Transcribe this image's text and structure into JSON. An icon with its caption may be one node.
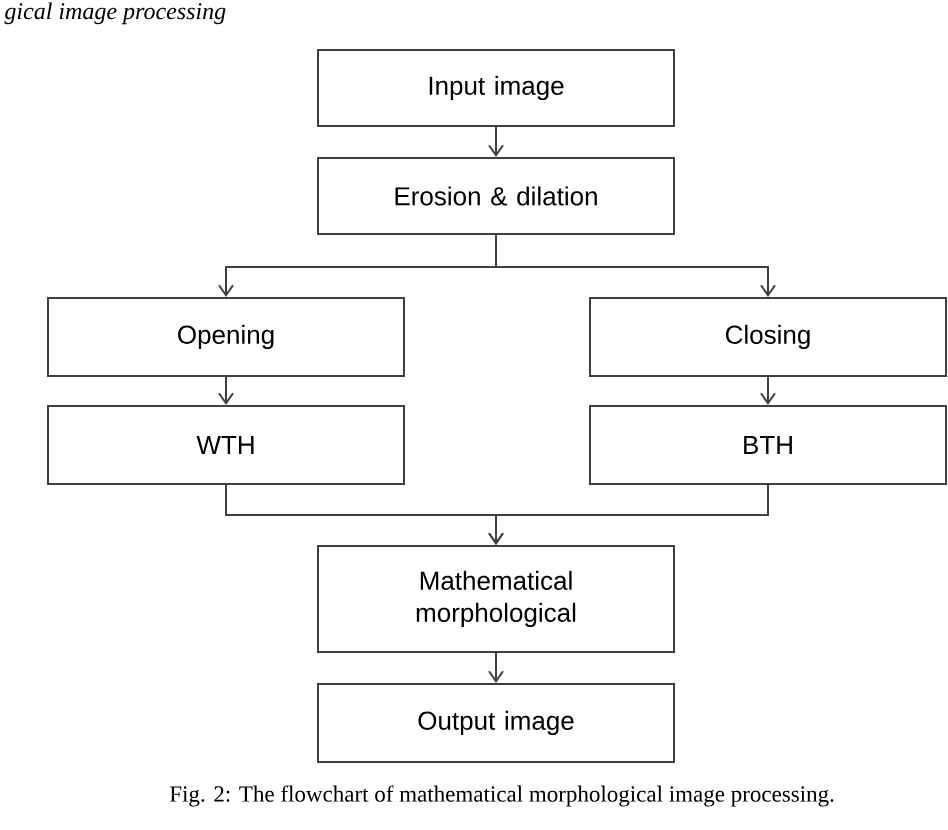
{
  "diagram": {
    "caption": "Fig. 2:  The flowchart of mathematical morphological image processing.",
    "nodes": [
      {
        "text": [
          "Input image"
        ]
      },
      {
        "text": [
          "Erosion & dilation"
        ]
      },
      {
        "text": [
          "Opening"
        ]
      },
      {
        "text": [
          "WTH"
        ]
      },
      {
        "text": [
          "Closing"
        ]
      },
      {
        "text": [
          "BTH"
        ]
      },
      {
        "text": [
          "Mathematical morphological"
        ]
      },
      {
        "text": [
          "Output image"
        ]
      }
    ],
    "edges": [
      {
        "from": 0,
        "to": 1,
        "arrow": "to"
      },
      {
        "from": 1,
        "to": 2,
        "arrow": "to"
      },
      {
        "from": 1,
        "to": 4,
        "arrow": "to"
      },
      {
        "from": 2,
        "to": 3,
        "arrow": "to"
      },
      {
        "from": 4,
        "to": 5,
        "arrow": "to"
      },
      {
        "from": 3,
        "to": 6,
        "arrow": "to"
      },
      {
        "from": 5,
        "to": 6,
        "arrow": "to"
      },
      {
        "from": 6,
        "to": 7,
        "arrow": "to"
      }
    ],
    "labels": [
      "gical image processing"
    ]
  }
}
